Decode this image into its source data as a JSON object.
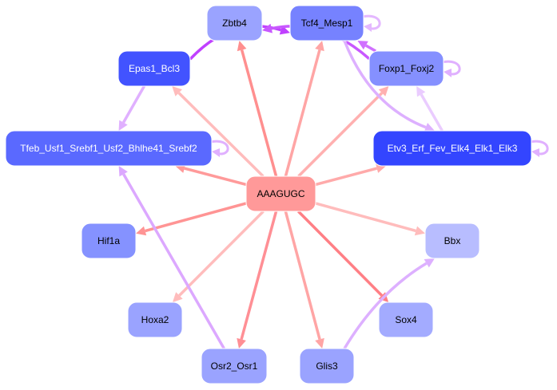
{
  "nodes": [
    {
      "id": "AAAGUGC",
      "label": "AAAGUGC",
      "color": "#ff9999",
      "text": "#000000"
    },
    {
      "id": "Zbtb4",
      "label": "Zbtb4",
      "color": "#9aa3ff",
      "text": "#000000"
    },
    {
      "id": "Tcf4_Mesp1",
      "label": "Tcf4_Mesp1",
      "color": "#7682ff",
      "text": "#000000"
    },
    {
      "id": "Epas1_Bcl3",
      "label": "Epas1_Bcl3",
      "color": "#4253ff",
      "text": "#ffffff"
    },
    {
      "id": "Foxp1_Foxj2",
      "label": "Foxp1_Foxj2",
      "color": "#8590ff",
      "text": "#000000"
    },
    {
      "id": "Tfeb",
      "label": "Tfeb_Usf1_Srebf1_Usf2_Bhlhe41_Srebf2",
      "color": "#5a69ff",
      "text": "#ffffff"
    },
    {
      "id": "Etv3",
      "label": "Etv3_Erf_Fev_Elk4_Elk1_Elk3",
      "color": "#3345ff",
      "text": "#ffffff"
    },
    {
      "id": "Hif1a",
      "label": "Hif1a",
      "color": "#8592ff",
      "text": "#000000"
    },
    {
      "id": "Bbx",
      "label": "Bbx",
      "color": "#b8bdff",
      "text": "#000000"
    },
    {
      "id": "Hoxa2",
      "label": "Hoxa2",
      "color": "#9aa3ff",
      "text": "#000000"
    },
    {
      "id": "Sox4",
      "label": "Sox4",
      "color": "#a3abff",
      "text": "#000000"
    },
    {
      "id": "Osr2_Osr1",
      "label": "Osr2_Osr1",
      "color": "#9aa3ff",
      "text": "#000000"
    },
    {
      "id": "Glis3",
      "label": "Glis3",
      "color": "#9aa3ff",
      "text": "#000000"
    }
  ],
  "edges": [
    {
      "from": "AAAGUGC",
      "to": "Zbtb4",
      "color": "#ff8f8f"
    },
    {
      "from": "AAAGUGC",
      "to": "Tcf4_Mesp1",
      "color": "#ffa5a5"
    },
    {
      "from": "AAAGUGC",
      "to": "Epas1_Bcl3",
      "color": "#ffbcbc"
    },
    {
      "from": "AAAGUGC",
      "to": "Foxp1_Foxj2",
      "color": "#ffb0b0"
    },
    {
      "from": "AAAGUGC",
      "to": "Tfeb",
      "color": "#ff9a9a"
    },
    {
      "from": "AAAGUGC",
      "to": "Etv3",
      "color": "#ffaaaa"
    },
    {
      "from": "AAAGUGC",
      "to": "Hif1a",
      "color": "#ff9494"
    },
    {
      "from": "AAAGUGC",
      "to": "Bbx",
      "color": "#ffbcbc"
    },
    {
      "from": "AAAGUGC",
      "to": "Hoxa2",
      "color": "#ffbcbc"
    },
    {
      "from": "AAAGUGC",
      "to": "Sox4",
      "color": "#ff7f85"
    },
    {
      "from": "AAAGUGC",
      "to": "Osr2_Osr1",
      "color": "#ff8f95"
    },
    {
      "from": "AAAGUGC",
      "to": "Glis3",
      "color": "#ffa5a5"
    },
    {
      "from": "Epas1_Bcl3",
      "to": "Tcf4_Mesp1",
      "color": "#c040ff"
    },
    {
      "from": "Foxp1_Foxj2",
      "to": "Zbtb4",
      "color": "#c858ff"
    },
    {
      "from": "Foxp1_Foxj2",
      "to": "Tcf4_Mesp1",
      "color": "#d070ff"
    },
    {
      "from": "Tcf4_Mesp1",
      "to": "Etv3",
      "color": "#ddb0ff"
    },
    {
      "from": "Etv3",
      "to": "Foxp1_Foxj2",
      "color": "#eaccff"
    },
    {
      "from": "Epas1_Bcl3",
      "to": "Tfeb",
      "color": "#e0b0ff"
    },
    {
      "from": "Osr2_Osr1",
      "to": "Tfeb",
      "color": "#dca8ff"
    },
    {
      "from": "Glis3",
      "to": "Bbx",
      "color": "#ddb0ff"
    },
    {
      "from": "Tcf4_Mesp1",
      "to": "Tcf4_Mesp1",
      "color": "#e4b8ff"
    },
    {
      "from": "Foxp1_Foxj2",
      "to": "Foxp1_Foxj2",
      "color": "#e0b0ff"
    },
    {
      "from": "Tfeb",
      "to": "Tfeb",
      "color": "#e0b0ff"
    },
    {
      "from": "Etv3",
      "to": "Etv3",
      "color": "#e0b0ff"
    }
  ]
}
